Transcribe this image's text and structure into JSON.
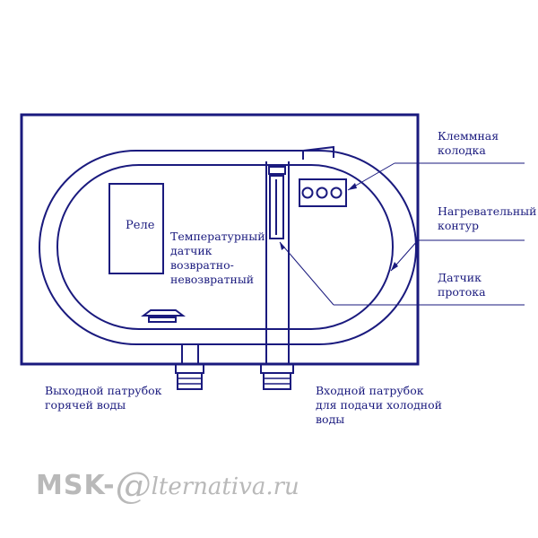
{
  "colors": {
    "ink": "#1a1a7e",
    "watermark": "#b9b9b9"
  },
  "labels": {
    "relay": "Реле",
    "temp_sensor": "Температурный\nдатчик\nвозвратно-\nневозвратный",
    "terminal_block": "Клеммная\nколодка",
    "heating_circuit": "Нагревательный\nконтур",
    "flow_sensor": "Датчик\nпротока",
    "outlet_pipe": "Выходной патрубок\nгорячей воды",
    "inlet_pipe": "Входной патрубок\nдля подачи холодной\nводы"
  },
  "watermark": {
    "left": "MSK-",
    "at": "@",
    "right": "lternativa.ru"
  }
}
